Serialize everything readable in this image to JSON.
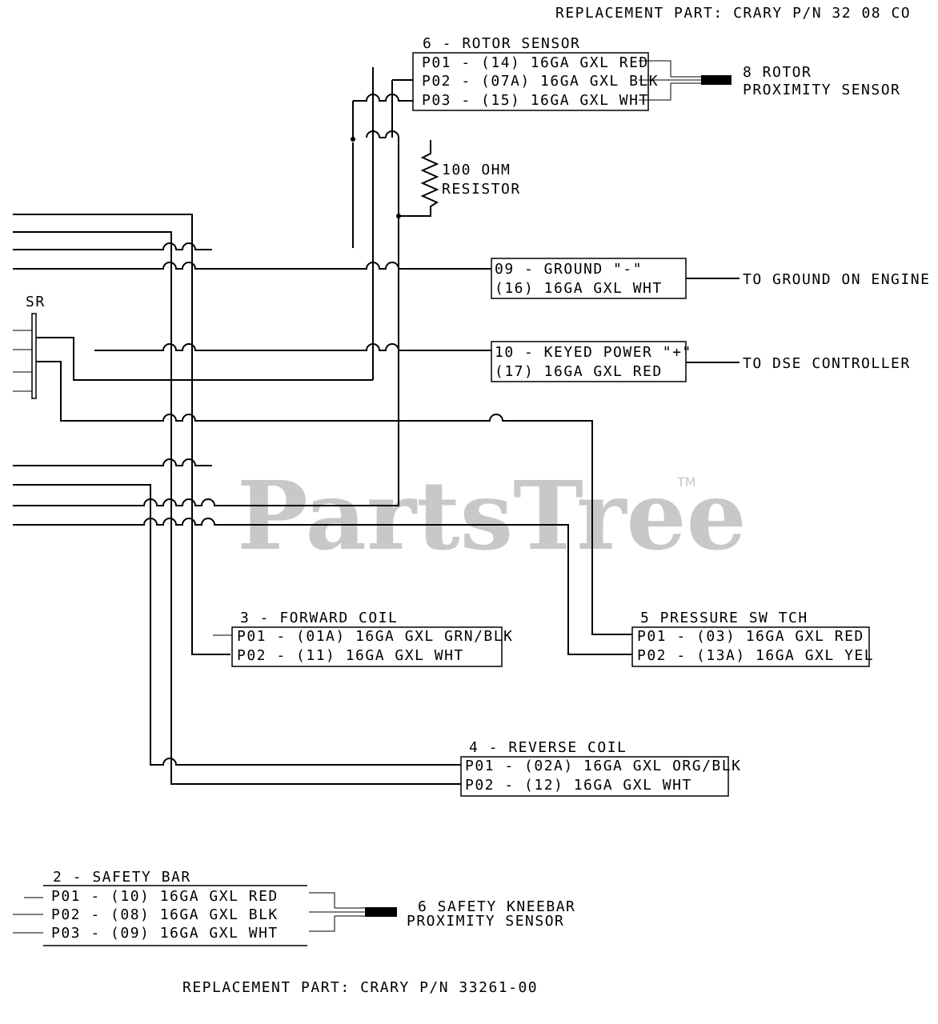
{
  "header": {
    "replacement_top": "REPLACEMENT PART: CRARY P/N 32 08 CO",
    "replacement_bottom": "REPLACEMENT PART: CRARY P/N 33261-00"
  },
  "rotor_sensor": {
    "title": "6 - ROTOR SENSOR",
    "rows": [
      "P01 - (14) 16GA GXL RED",
      "P02 - (07A) 16GA GXL BLK",
      "P03 - (15) 16GA GXL WHT"
    ],
    "proximity_line1": "8 ROTOR",
    "proximity_line2": "PROXIMITY SENSOR"
  },
  "resistor": {
    "line1": "100 OHM",
    "line2": "RESISTOR"
  },
  "ground": {
    "row1": "09 - GROUND \"-\"",
    "row2": "(16) 16GA GXL WHT",
    "destination": "TO GROUND ON ENGINE"
  },
  "keyed_power": {
    "row1": "10 - KEYED POWER \"+\"",
    "row2": "(17) 16GA GXL RED",
    "destination": "TO DSE CONTROLLER"
  },
  "sr_label": "SR",
  "forward_coil": {
    "title": "3 - FORWARD COIL",
    "rows": [
      "P01 - (01A) 16GA GXL GRN/BLK",
      "P02 - (11) 16GA GXL WHT"
    ]
  },
  "pressure_switch": {
    "title": "5 PRESSURE SW TCH",
    "rows": [
      "P01 - (03) 16GA GXL RED",
      "P02 - (13A) 16GA GXL YEL"
    ]
  },
  "reverse_coil": {
    "title": "4 - REVERSE COIL",
    "rows": [
      "P01 - (02A) 16GA GXL ORG/BLK",
      "P02 - (12) 16GA GXL WHT"
    ]
  },
  "safety_bar": {
    "title": "2 - SAFETY BAR",
    "rows": [
      "P01 - (10) 16GA GXL RED",
      "P02 - (08) 16GA GXL BLK",
      "P03 - (09) 16GA GXL WHT"
    ],
    "proximity_line1": "6 SAFETY KNEEBAR",
    "proximity_line2": "PROXIMITY SENSOR"
  },
  "watermark": {
    "text": "PartsTree",
    "tm": "TM"
  }
}
